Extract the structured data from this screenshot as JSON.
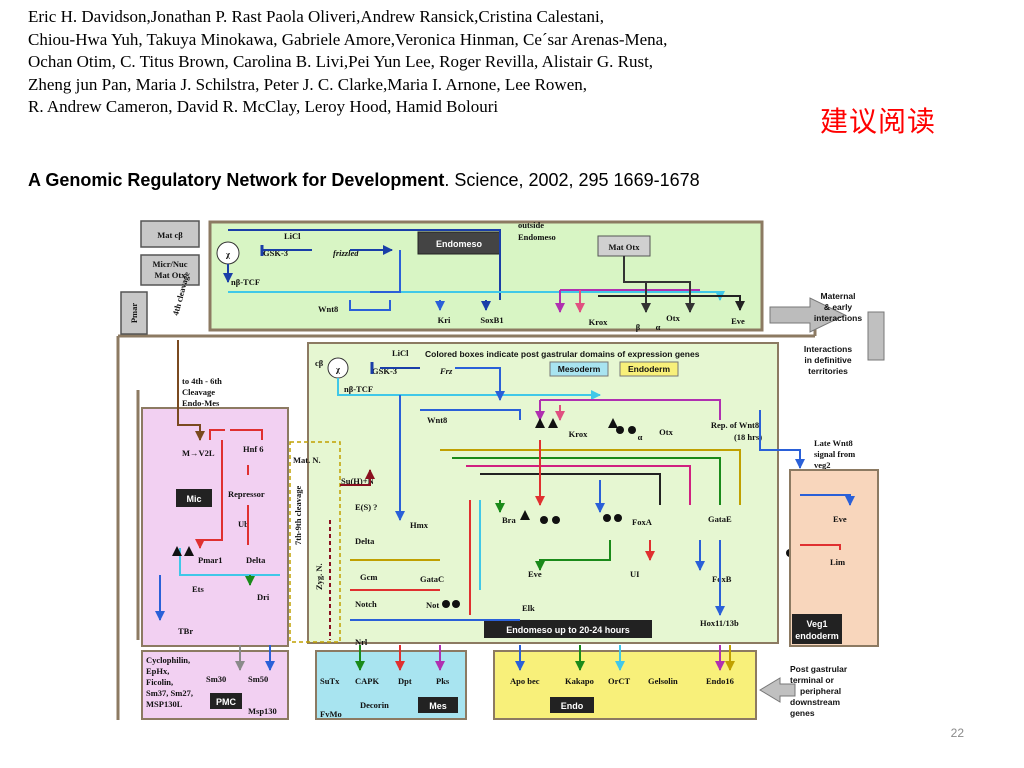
{
  "authors": [
    "Eric H. Davidson,Jonathan P. Rast Paola Oliveri,Andrew Ransick,Cristina Calestani,",
    "Chiou-Hwa Yuh, Takuya Minokawa, Gabriele Amore,Veronica Hinman, Ce´sar Arenas-Mena,",
    "Ochan Otim, C. Titus Brown, Carolina B. Livi,Pei Yun Lee, Roger Revilla, Alistair G. Rust,",
    "Zheng jun Pan, Maria J. Schilstra, Peter J. C. Clarke,Maria I. Arnone, Lee Rowen,",
    "R. Andrew Cameron, David R. McClay, Leroy Hood, Hamid Bolouri"
  ],
  "recommend": "建议阅读",
  "citation": {
    "title": "A Genomic Regulatory Network for Development",
    "rest": ". Science, 2002, 295 1669-1678"
  },
  "slide_number": "22",
  "colors": {
    "top_panel": "#d8f5c4",
    "mid_panel": "#e6f7d2",
    "mic_panel": "#f2d0f2",
    "veg1_panel": "#f8d6bc",
    "mes_panel": "#a8e4f0",
    "endo_panel": "#f8f07a",
    "frame": "#8c7a62",
    "accent_red": "#ff0000"
  },
  "diagram": {
    "outer": {
      "mat_cbeta": "Mat cβ",
      "micr_nuc": "Micr/Nuc",
      "mat_otx_left": "Mat Otx",
      "pmar_left": "Pmar",
      "frizzled": "frizzled",
      "outside_endomeso_1": "outside",
      "outside_endomeso_2": "Endomeso",
      "maternal_1": "Maternal",
      "maternal_2": "& early",
      "maternal_3": "interactions",
      "definitive_1": "Interactions",
      "definitive_2": "in definitive",
      "definitive_3": "territories",
      "late_wnt8_1": "Late Wnt8",
      "late_wnt8_2": "signal from",
      "late_wnt8_3": "veg2",
      "post_gastrular_1": "Post gastrular",
      "post_gastrular_2": "terminal or",
      "post_gastrular_3": "peripheral",
      "post_gastrular_4": "downstream",
      "post_gastrular_5": "genes",
      "cleavage_label": "4th cleavage",
      "cleavage_4_6_1": "to 4th - 6th",
      "cleavage_4_6_2": "Cleavage",
      "cleavage_4_6_3": "Endo-Mes"
    },
    "top_panel": {
      "licl": "LiCl",
      "gsk3": "GSK-3",
      "chi": "χ",
      "nb_tcf": "nβ-TCF",
      "wnt8": "Wnt8",
      "endomeso_box": "Endomeso",
      "mat_otx": "Mat Otx",
      "kri": "Kri",
      "soxb1": "SoxB1",
      "krox": "Krox",
      "beta": "β",
      "alpha": "α",
      "otx": "Otx",
      "eve": "Eve"
    },
    "mid_panel": {
      "cbeta": "cβ",
      "chi": "χ",
      "licl": "LiCl",
      "gsk3": "GSK-3",
      "frz": "Frz",
      "nb_tcf": "nβ-TCF",
      "header": "Colored boxes indicate post gastrular domains of expression genes",
      "mesoderm": "Mesoderm",
      "endoderm": "Endoderm",
      "wnt8": "Wnt8",
      "krox": "Krox",
      "alpha": "α",
      "otx": "Otx",
      "rep_wnt8_1": "Rep. of Wnt8",
      "rep_wnt8_2": "(18 hrs)",
      "mat_n": "Mat. N.",
      "su_h_n": "Su(H)+N",
      "e_s": "E(S) ?",
      "delta": "Delta",
      "gcm": "Gcm",
      "notch": "Notch",
      "nrl": "Nrl",
      "hmx": "Hmx",
      "gatac": "GataC",
      "not": "Not",
      "bra": "Bra",
      "foxa": "FoxA",
      "gatae": "GataE",
      "eve": "Eve",
      "ui": "UI",
      "elk": "Elk",
      "foxb": "FoxB",
      "hox": "Hox11/13b",
      "zyg_n": "Zyg. N.",
      "cleavage_vert": "7th-9th cleavage",
      "endomeso_label": "Endomeso up to 20-24 hours"
    },
    "mic_panel": {
      "m_v2l": "M→V2L",
      "hnf6": "Hnf 6",
      "mic": "Mic",
      "repressor": "Repressor",
      "ub": "Ub",
      "pmar1": "Pmar1",
      "delta": "Delta",
      "ets": "Ets",
      "dri": "Dri",
      "tbr": "TBr"
    },
    "veg1_panel": {
      "eve": "Eve",
      "lim": "Lim",
      "veg1_1": "Veg1",
      "veg1_2": "endoderm"
    },
    "pmc_panel": {
      "genes_1": "Cyclophilin,",
      "genes_2": "EpHx,",
      "genes_3": "Ficolin,",
      "genes_4": "Sm37, Sm27,",
      "genes_5": "MSP130L",
      "sm30a": "Sm30",
      "sm50": "Sm50",
      "pmc": "PMC",
      "msp130": "Msp130"
    },
    "mes_panel": {
      "sutx": "SuTx",
      "capk": "CAPK",
      "dpt": "Dpt",
      "pks": "Pks",
      "fvmo": "FvMo",
      "decorin": "Decorin",
      "mes": "Mes"
    },
    "endo_panel": {
      "apo_bec": "Apo bec",
      "kakapo": "Kakapo",
      "orct": "OrCT",
      "gelsolin": "Gelsolin",
      "endo16": "Endo16",
      "endo": "Endo"
    }
  }
}
